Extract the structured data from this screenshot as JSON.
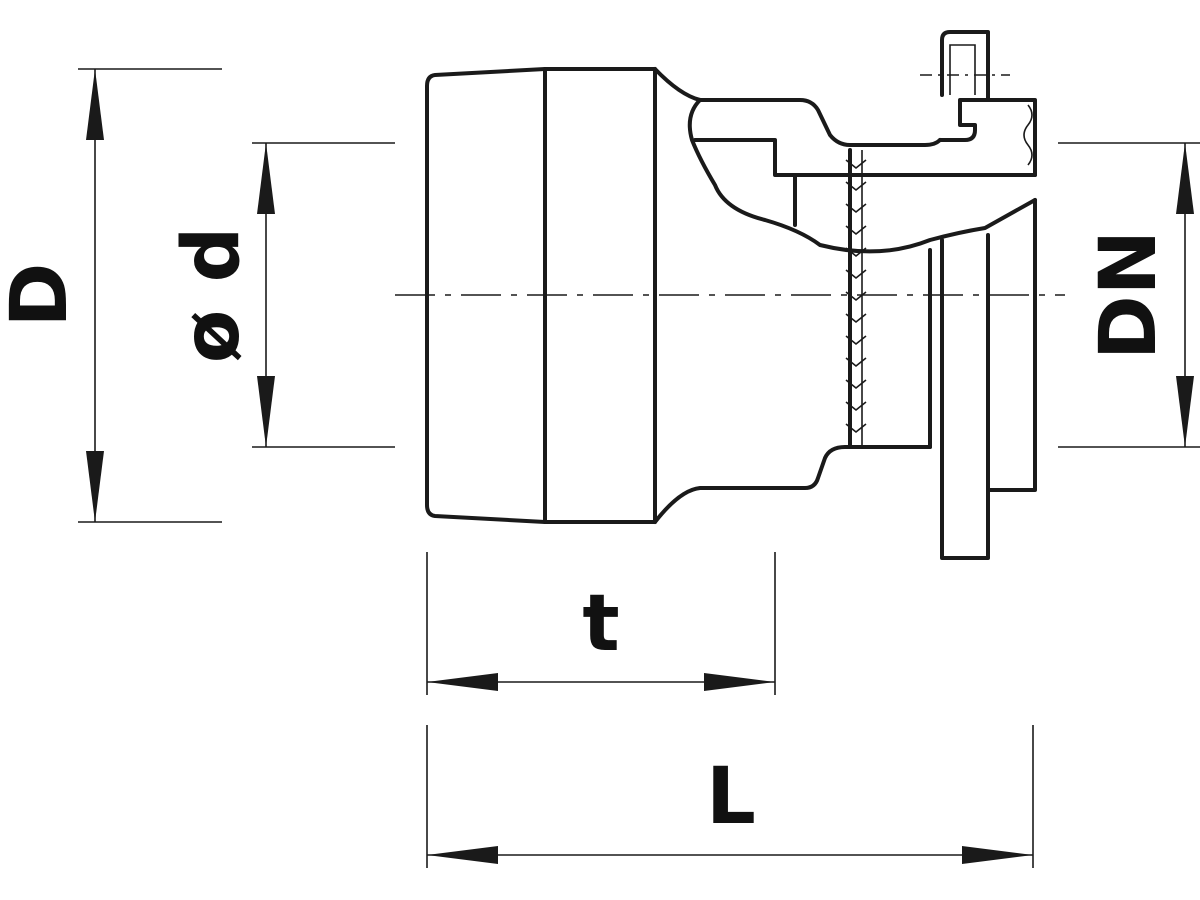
{
  "diagram": {
    "labels": {
      "D": "D",
      "d": "ø d",
      "DN": "DN",
      "t": "t",
      "L": "L"
    },
    "line_color": "#1a1a1a",
    "background": "#ffffff"
  }
}
